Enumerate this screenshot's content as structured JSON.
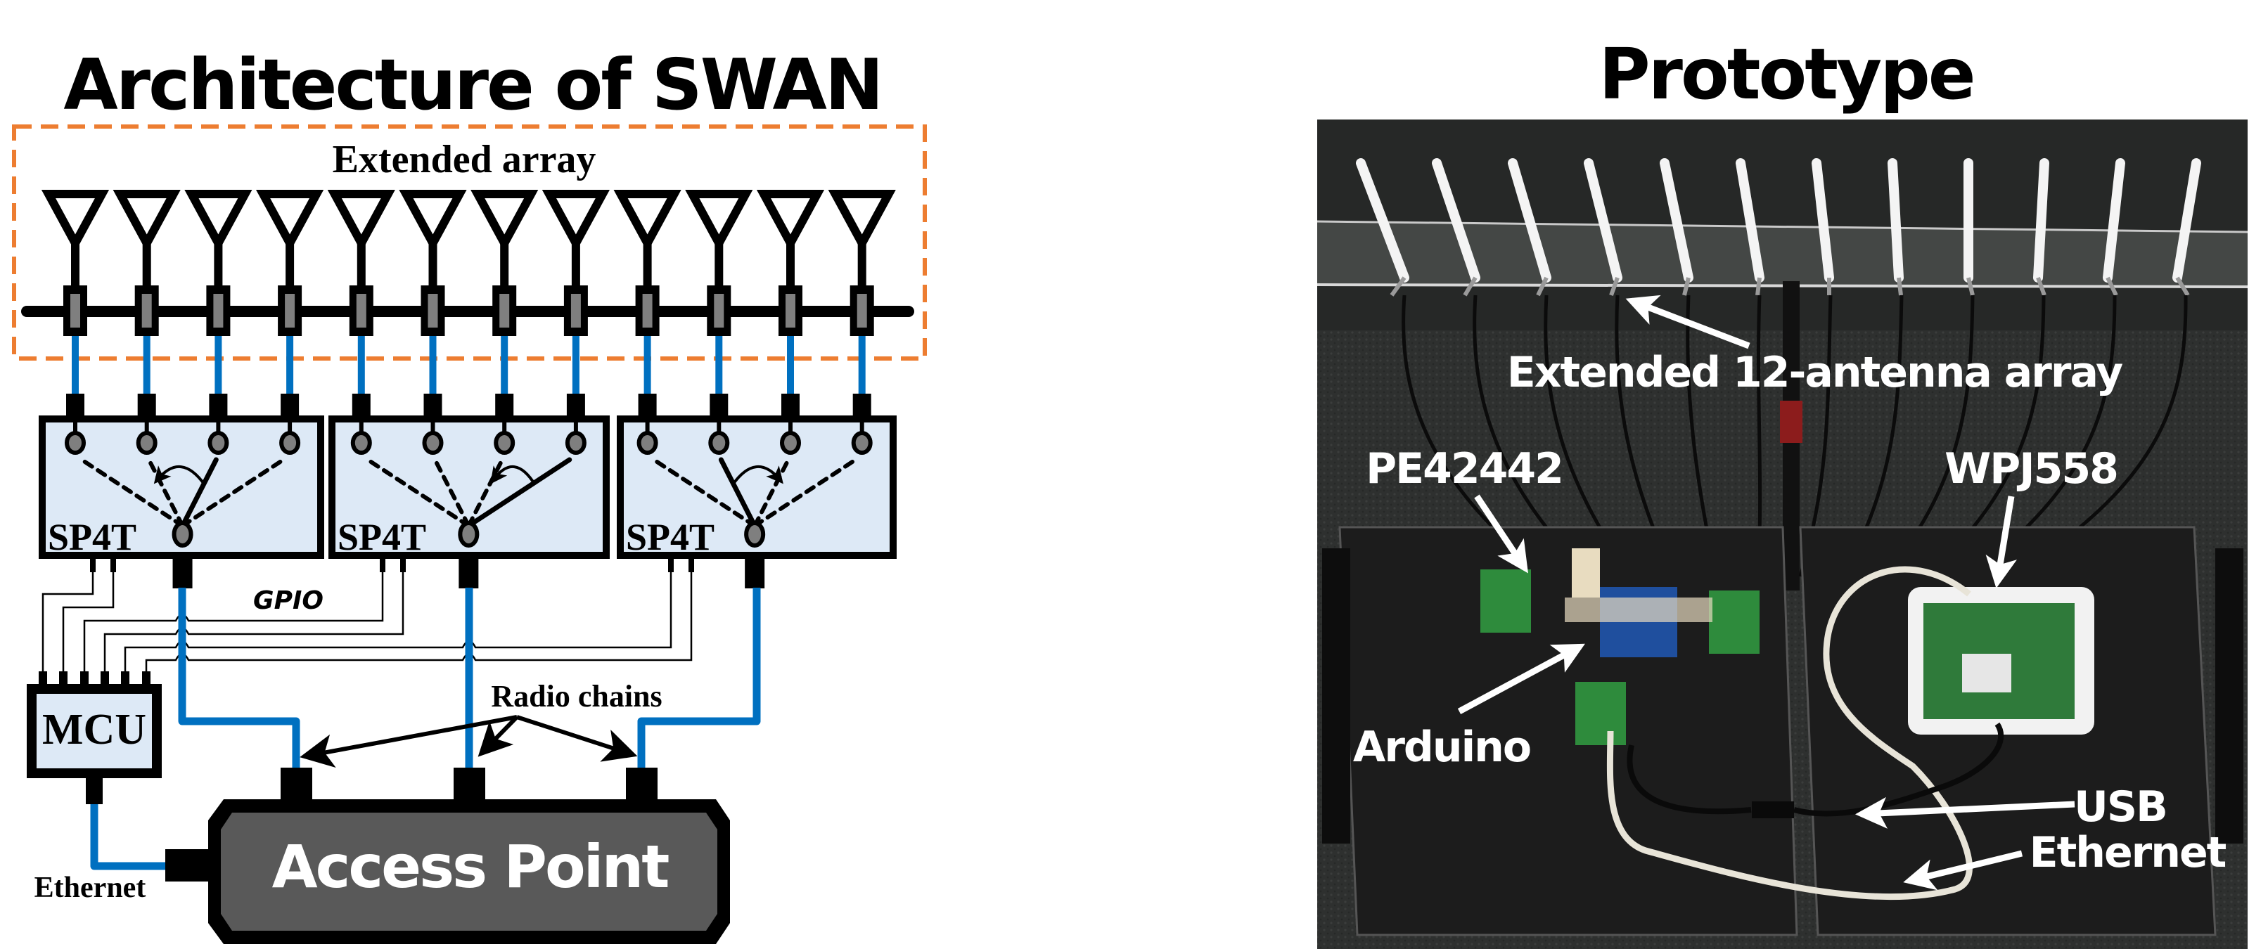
{
  "colors": {
    "orange_dash": "#ed7d31",
    "blue_cable": "#0070c0",
    "switch_fill": "#dde9f6",
    "port_gray": "#7f7f7f",
    "ap_fill": "#595959",
    "black": "#000000",
    "photo_bg": "#2b2d2c",
    "white": "#ffffff"
  },
  "architecture": {
    "title": "Architecture of SWAN",
    "array_label": "Extended array",
    "antenna_count": 12,
    "antenna_icon": "antenna-icon",
    "switches": [
      {
        "label": "SP4T",
        "active_port": 3,
        "arrow_target_port": 2
      },
      {
        "label": "SP4T",
        "active_port": 4,
        "arrow_target_port": 3
      },
      {
        "label": "SP4T",
        "active_port": 2,
        "arrow_target_port": 3
      }
    ],
    "gpio_label": "GPIO",
    "mcu_label": "MCU",
    "radio_chains_label": "Radio chains",
    "ethernet_label": "Ethernet",
    "access_point_label": "Access Point"
  },
  "prototype": {
    "title": "Prototype",
    "labels": {
      "array": "Extended 12-antenna array",
      "switch_chip": "PE42442",
      "ap_board": "WPJ558",
      "controller": "Arduino",
      "usb": "USB",
      "ethernet": "Ethernet"
    }
  }
}
